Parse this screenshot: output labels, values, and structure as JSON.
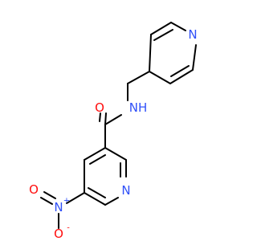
{
  "structure": {
    "atoms": {
      "pyridine_top_n": "N",
      "amide_o": "O",
      "amide_nh": "NH",
      "nitro_n": "N",
      "nitro_n_charge": "+",
      "nitro_o_left": "O",
      "nitro_o_bottom": "O",
      "nitro_o_bottom_charge": "-",
      "pyridine_bottom_n": "N"
    },
    "colors": {
      "bond": "#000000",
      "nitrogen": "#3050F8",
      "oxygen": "#FF0D0D",
      "background": "#ffffff"
    }
  }
}
